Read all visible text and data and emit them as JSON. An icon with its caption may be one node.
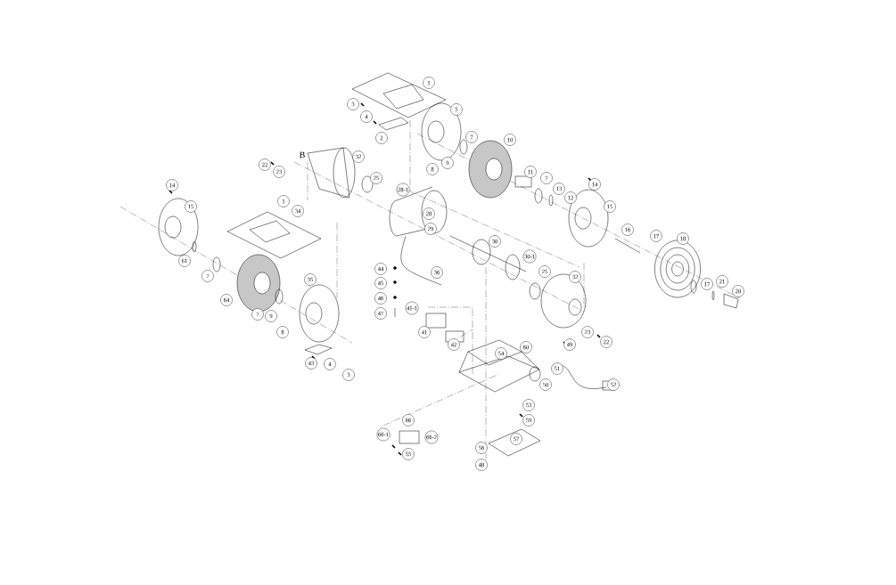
{
  "diagram": {
    "labels": [
      "1",
      "3",
      "4",
      "5",
      "2",
      "7",
      "10",
      "9",
      "8",
      "32",
      "25",
      "22",
      "23",
      "B",
      "11",
      "7",
      "13",
      "12",
      "14",
      "15",
      "28-1",
      "28",
      "29",
      "14",
      "15",
      "1",
      "34",
      "30",
      "30-1",
      "16",
      "17",
      "18",
      "61",
      "7",
      "36",
      "44",
      "45",
      "46",
      "47",
      "25",
      "32",
      "17",
      "21",
      "20",
      "35",
      "64",
      "7",
      "9",
      "8",
      "41-1",
      "41",
      "42",
      "43",
      "4",
      "3",
      "54",
      "60",
      "49",
      "23",
      "22",
      "51",
      "50",
      "52",
      "53",
      "59",
      "57",
      "56",
      "48",
      "66",
      "66-1",
      "66-2",
      "55"
    ]
  }
}
